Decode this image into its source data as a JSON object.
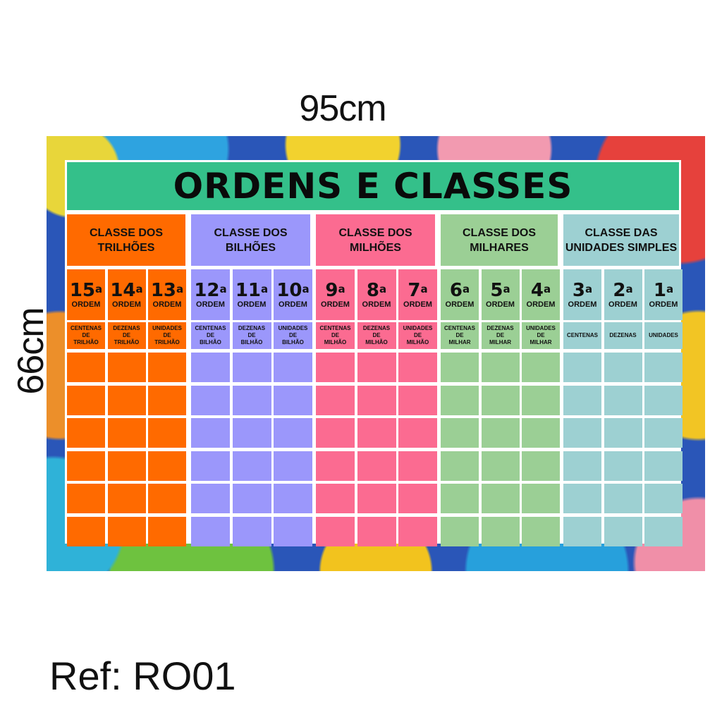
{
  "dimensions": {
    "width_label": "95cm",
    "height_label": "66cm"
  },
  "reference": "Ref: RO01",
  "title": "ORDENS E CLASSES",
  "colors": {
    "title_bar": "#34c08a",
    "trilhoes": "#ff6a00",
    "bilhoes": "#9b97fb",
    "milhoes": "#fb6b91",
    "milhares": "#9bcf95",
    "unidades": "#9dd0d2"
  },
  "classes": [
    {
      "key": "trilhoes",
      "title_lines": [
        "CLASSE DOS",
        "TRILHÕES"
      ],
      "orders": [
        {
          "number": "15",
          "suffix": "a",
          "word": "ORDEM",
          "label": [
            "CENTENAS",
            "DE",
            "TRILHÃO"
          ]
        },
        {
          "number": "14",
          "suffix": "a",
          "word": "ORDEM",
          "label": [
            "DEZENAS",
            "DE",
            "TRILHÃO"
          ]
        },
        {
          "number": "13",
          "suffix": "a",
          "word": "ORDEM",
          "label": [
            "UNIDADES",
            "DE",
            "TRILHÃO"
          ]
        }
      ]
    },
    {
      "key": "bilhoes",
      "title_lines": [
        "CLASSE DOS",
        "BILHÕES"
      ],
      "orders": [
        {
          "number": "12",
          "suffix": "a",
          "word": "ORDEM",
          "label": [
            "CENTENAS",
            "DE",
            "BILHÃO"
          ]
        },
        {
          "number": "11",
          "suffix": "a",
          "word": "ORDEM",
          "label": [
            "DEZENAS",
            "DE",
            "BILHÃO"
          ]
        },
        {
          "number": "10",
          "suffix": "a",
          "word": "ORDEM",
          "label": [
            "UNIDADES",
            "DE",
            "BILHÃO"
          ]
        }
      ]
    },
    {
      "key": "milhoes",
      "title_lines": [
        "CLASSE DOS",
        "MILHÕES"
      ],
      "orders": [
        {
          "number": "9",
          "suffix": "a",
          "word": "ORDEM",
          "label": [
            "CENTENAS",
            "DE",
            "MILHÃO"
          ]
        },
        {
          "number": "8",
          "suffix": "a",
          "word": "ORDEM",
          "label": [
            "DEZENAS",
            "DE",
            "MILHÃO"
          ]
        },
        {
          "number": "7",
          "suffix": "a",
          "word": "ORDEM",
          "label": [
            "UNIDADES",
            "DE",
            "MILHÃO"
          ]
        }
      ]
    },
    {
      "key": "milhares",
      "title_lines": [
        "CLASSE DOS",
        "MILHARES"
      ],
      "orders": [
        {
          "number": "6",
          "suffix": "a",
          "word": "ORDEM",
          "label": [
            "CENTENAS",
            "DE",
            "MILHAR"
          ]
        },
        {
          "number": "5",
          "suffix": "a",
          "word": "ORDEM",
          "label": [
            "DEZENAS",
            "DE",
            "MILHAR"
          ]
        },
        {
          "number": "4",
          "suffix": "a",
          "word": "ORDEM",
          "label": [
            "UNIDADES",
            "DE",
            "MILHAR"
          ]
        }
      ]
    },
    {
      "key": "unidades",
      "title_lines": [
        "CLASSE DAS",
        "UNIDADES SIMPLES"
      ],
      "orders": [
        {
          "number": "3",
          "suffix": "a",
          "word": "ORDEM",
          "label": [
            "CENTENAS"
          ]
        },
        {
          "number": "2",
          "suffix": "a",
          "word": "ORDEM",
          "label": [
            "DEZENAS"
          ]
        },
        {
          "number": "1",
          "suffix": "a",
          "word": "ORDEM",
          "label": [
            "UNIDADES"
          ]
        }
      ]
    }
  ],
  "empty_rows": 6
}
